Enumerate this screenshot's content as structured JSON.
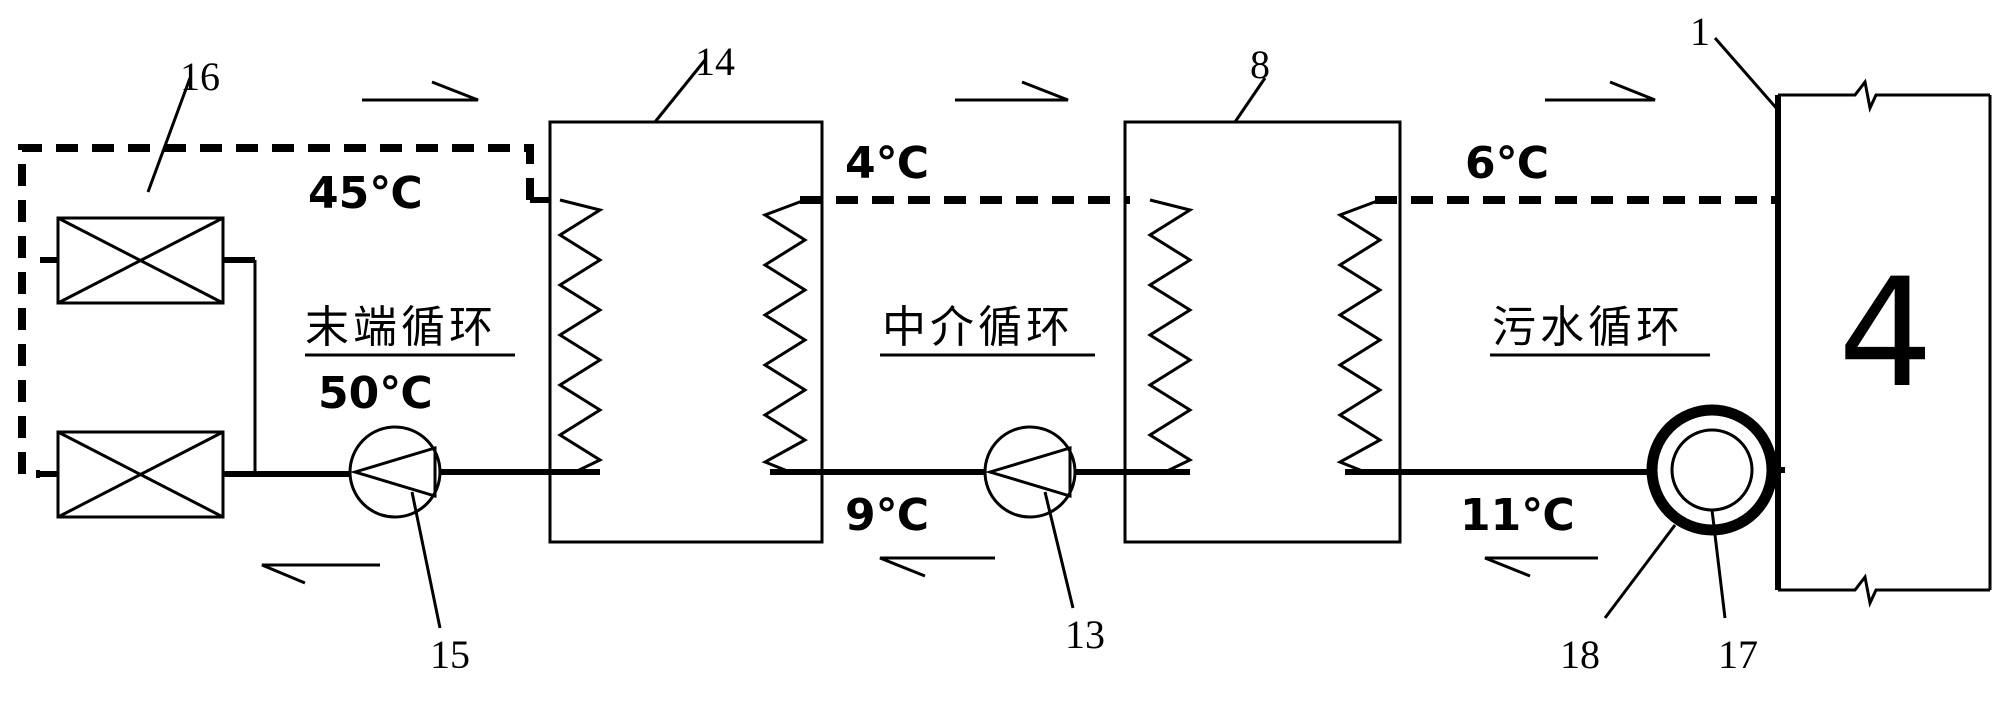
{
  "temperatures": {
    "t45": "45℃",
    "t50": "50℃",
    "t4": "4℃",
    "t9": "9℃",
    "t6": "6℃",
    "t11": "11℃"
  },
  "loops": {
    "terminal": "末端循环",
    "intermediate": "中介循环",
    "sewage": "污水循环"
  },
  "labels": {
    "n1": "1",
    "n8": "8",
    "n13": "13",
    "n14": "14",
    "n15": "15",
    "n16": "16",
    "n17": "17",
    "n18": "18",
    "tank": "4"
  }
}
